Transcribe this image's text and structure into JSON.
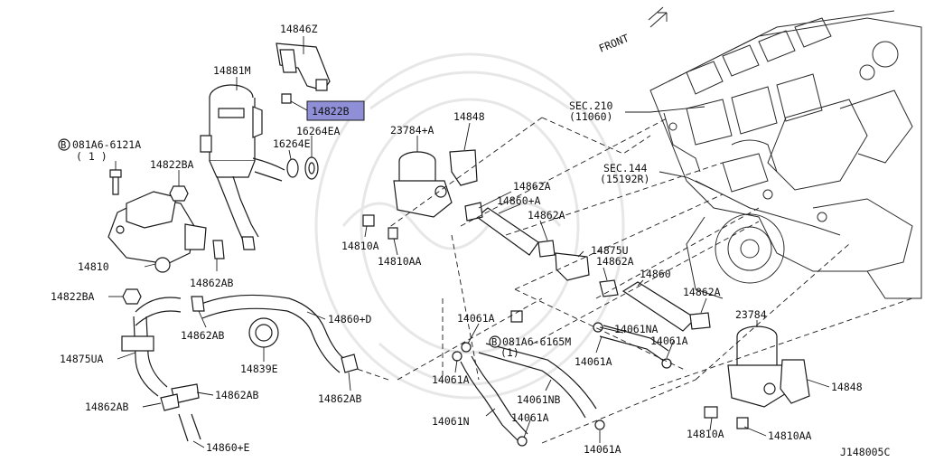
{
  "diagram_id": "J148005C",
  "orientation_label": "FRONT",
  "highlighted_part": "14822B",
  "labels": {
    "p14846z": "14846Z",
    "p14881m": "14881M",
    "p14822b": "14822B",
    "p16264ea": "16264EA",
    "p16264e": "16264E",
    "p081a6_6121a": "081A6-6121A",
    "p081a6_6121a_qty": "( 1 )",
    "p14822ba_top": "14822BA",
    "p14810": "14810",
    "p14862ab_1": "14862AB",
    "p14822ba_left": "14822BA",
    "p14862ab_2": "14862AB",
    "p14875ua": "14875UA",
    "p14862ab_3": "14862AB",
    "p14862ab_4": "14862AB",
    "p14862ab_5": "14862AB",
    "p14860e": "14860+E",
    "p14839e": "14839E",
    "p14860d": "14860+D",
    "p23784a": "23784+A",
    "p14848_top": "14848",
    "p14810a_1": "14810A",
    "p14810aa_1": "14810AA",
    "p14862a_1": "14862A",
    "p14860a": "14860+A",
    "p14862a_2": "14862A",
    "p14875u": "14875U",
    "p14862a_3": "14862A",
    "p14860": "14860",
    "p14862a_4": "14862A",
    "p14061a_1": "14061A",
    "p081a6_6165m": "081A6-6165M",
    "p081a6_6165m_qty": "(1)",
    "p14061na": "14061NA",
    "p14061a_2": "14061A",
    "p14061a_3": "14061A",
    "p14061a_4": "14061A",
    "p14061nb": "14061NB",
    "p14061n": "14061N",
    "p14061a_5": "14061A",
    "p14061a_6": "14061A",
    "p23784": "23784",
    "p14848_bottom": "14848",
    "p14810a_2": "14810A",
    "p14810aa_2": "14810AA",
    "sec210": "SEC.210",
    "sec210_ref": "(11060)",
    "sec144": "SEC.144",
    "sec144_ref": "(15192R)"
  },
  "bolt_prefix_symbol": "B",
  "colors": {
    "highlight": "#8e8fd6",
    "line": "#1a1a1a",
    "background": "#ffffff"
  }
}
